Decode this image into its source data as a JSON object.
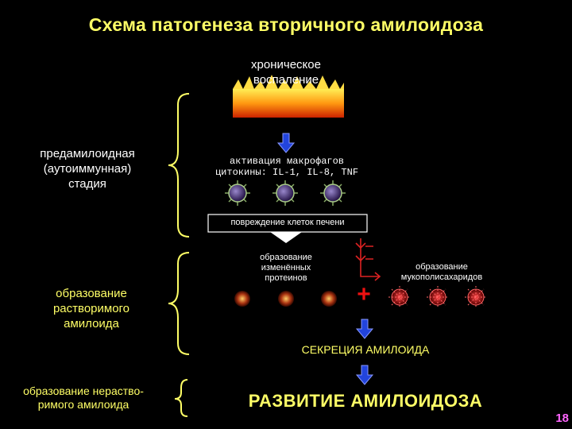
{
  "title": "Схема патогенеза  вторичного амилоидоза",
  "stages": {
    "preamyloid": [
      "предамилоидная",
      "(аутоиммунная)",
      "стадия"
    ],
    "soluble": [
      "образование",
      "растворимого",
      "амилоида"
    ],
    "insoluble": [
      "образование нераство-",
      "римого амилоида"
    ]
  },
  "nodes": {
    "inflammation": [
      "хроническое",
      "воспаление"
    ],
    "macrophages": [
      "активация макрофагов",
      "цитокины: IL-1, IL-8, TNF"
    ],
    "liver_damage": "повреждение клеток печени",
    "proteins": [
      "образование",
      "изменённых",
      "протеинов"
    ],
    "mucopoly": [
      "образование",
      "мукополисахаридов"
    ],
    "plus": "+",
    "secretion": "СЕКРЕЦИЯ АМИЛОИДА",
    "development": "РАЗВИТИЕ АМИЛОИДОЗА"
  },
  "page_number": "18",
  "colors": {
    "accent": "#ffff66",
    "arrow": "#2244dd",
    "brace": "#ffff66",
    "red": "#ee1111"
  }
}
